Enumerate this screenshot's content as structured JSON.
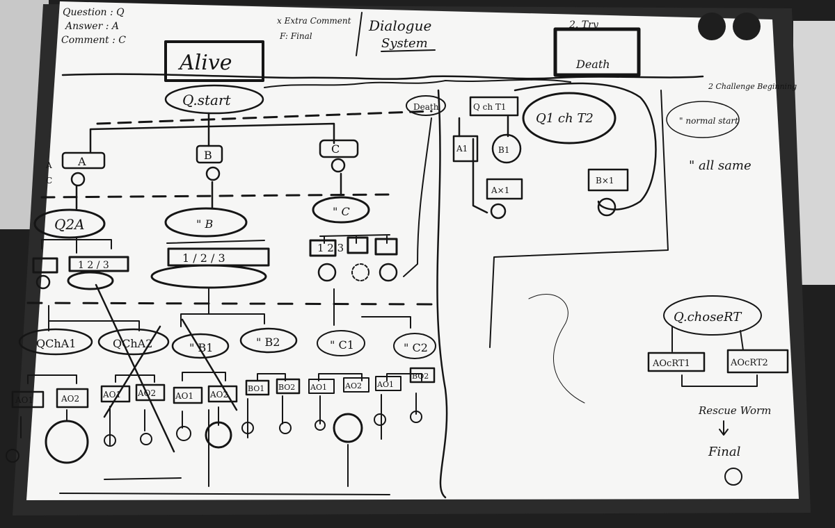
{
  "legend": {
    "question": "Question : Q",
    "answer": "Answer : A",
    "comment": "Comment : C"
  },
  "header": {
    "extra_comment": "x Extra Comment",
    "final_key": "F: Final",
    "title_line1": "Dialogue",
    "title_line2": "System",
    "alive": "Alive",
    "try_label": "2. Try",
    "death_box": "Death"
  },
  "main_tree": {
    "q_start": "Q.start",
    "answers": [
      "A",
      "B",
      "C"
    ],
    "row_a": "A",
    "row_c": "C",
    "q2": [
      "Q2A",
      "\" B",
      "\" C"
    ],
    "a_groups": [
      "1  2 / 3",
      "1 / 2 / 3",
      "1  2  3"
    ],
    "sub_questions": [
      "QChA1",
      "QChA2",
      "\" B1",
      "\" B2",
      "\" C1",
      "\" C2"
    ],
    "leaves": [
      "AO1",
      "AO2",
      "AO1",
      "AO2",
      "AO1",
      "AO2",
      "BO1",
      "BO2",
      "AO1",
      "AO2",
      "AO1",
      "BO2"
    ]
  },
  "challenge": {
    "death": "Death",
    "q_ch_t1": "Q ch T1",
    "q_ch_t2": "Q1 ch T2",
    "a_boxes": [
      "A1",
      "B1",
      "A×1",
      "B×1"
    ],
    "note_title": "2 Challenge Beginning",
    "normal_start": "\" normal start",
    "all_same": "\" all same"
  },
  "ending": {
    "q_choice": "Q.choseRT",
    "options": [
      "AOcRT1",
      "AOcRT2"
    ],
    "rescue": "Rescue Worm",
    "final": "Final"
  }
}
